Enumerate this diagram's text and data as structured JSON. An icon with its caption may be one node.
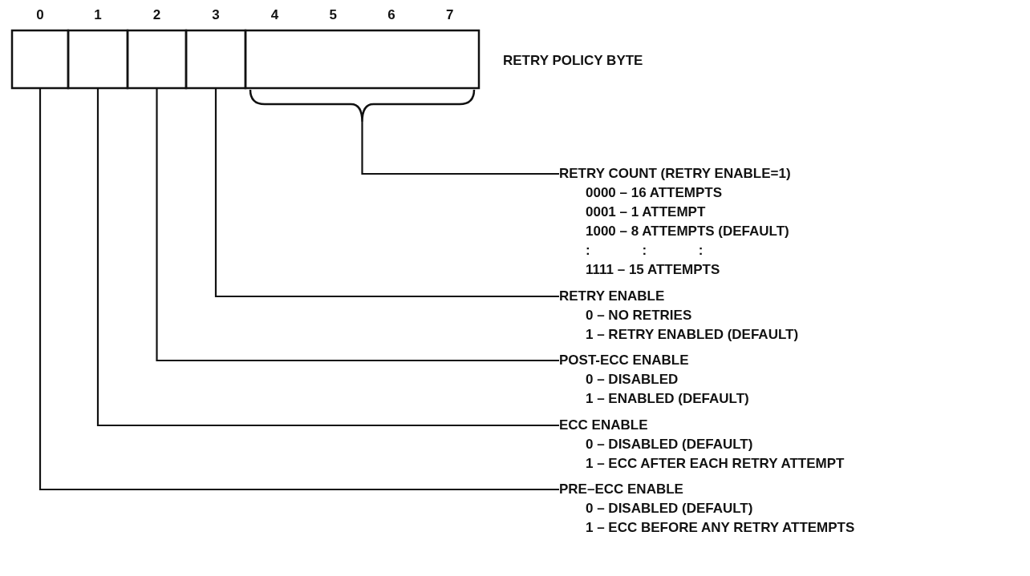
{
  "diagram": {
    "nodes": [
      {
        "text": [
          "0"
        ]
      },
      {
        "text": [
          "1"
        ]
      },
      {
        "text": [
          "2"
        ]
      },
      {
        "text": [
          "3"
        ]
      },
      {
        "text": [
          "4",
          "5",
          "6",
          "7"
        ]
      },
      {
        "text": [
          "RETRY COUNT (RETRY ENABLE=1)",
          "0000 – 16 ATTEMPTS",
          "0001 – 1 ATTEMPT",
          "1000 – 8 ATTEMPTS (DEFAULT)",
          ": : :",
          "1111 – 15 ATTEMPTS"
        ]
      },
      {
        "text": [
          "RETRY ENABLE",
          "0 – NO RETRIES",
          "1 – RETRY ENABLED (DEFAULT)"
        ]
      },
      {
        "text": [
          "POST-ECC ENABLE",
          "0 – DISABLED",
          "1 – ENABLED (DEFAULT)"
        ]
      },
      {
        "text": [
          "ECC ENABLE",
          "0 – DISABLED (DEFAULT)",
          "1 – ECC AFTER EACH RETRY ATTEMPT"
        ]
      },
      {
        "text": [
          "PRE–ECC ENABLE",
          "0 – DISABLED (DEFAULT)",
          "1 – ECC BEFORE ANY RETRY ATTEMPTS"
        ]
      }
    ],
    "edges": [
      {
        "from": 4,
        "to": 5,
        "arrow": "none"
      },
      {
        "from": 3,
        "to": 6,
        "arrow": "none"
      },
      {
        "from": 2,
        "to": 7,
        "arrow": "none"
      },
      {
        "from": 1,
        "to": 8,
        "arrow": "none"
      },
      {
        "from": 0,
        "to": 9,
        "arrow": "none"
      }
    ],
    "labels": [
      "RETRY POLICY BYTE"
    ]
  }
}
